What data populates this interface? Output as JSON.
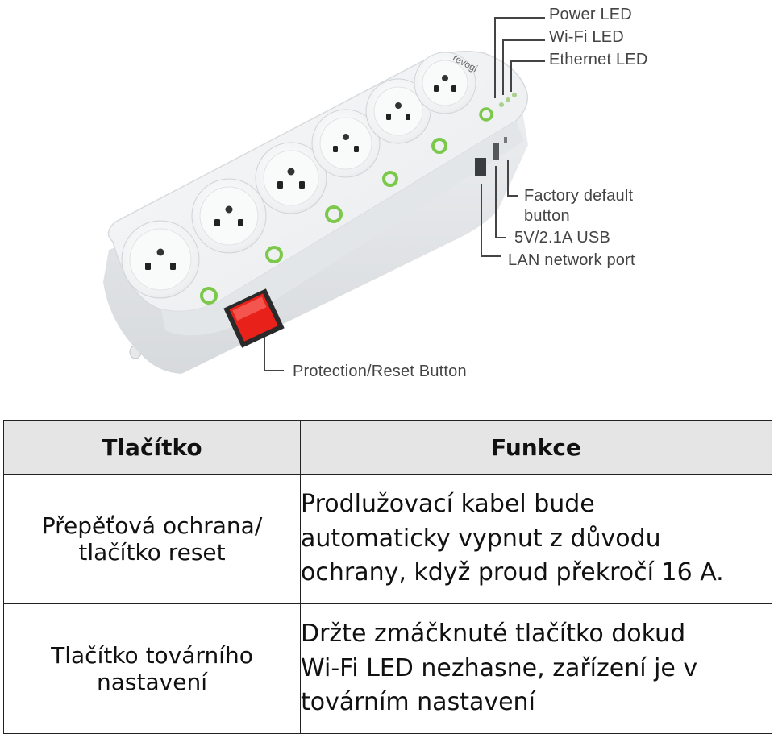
{
  "figure": {
    "device_logo": "revogi",
    "callouts": {
      "power_led": "Power LED",
      "wifi_led": "Wi-Fi LED",
      "ethernet_led": "Ethernet LED",
      "factory_default_line1": "Factory default",
      "factory_default_line2": "button",
      "usb": "5V/2.1A USB",
      "lan": "LAN network port",
      "protection": "Protection/Reset Button"
    },
    "colors": {
      "switch_red": "#e8211b",
      "indicator_green": "#7bc84b",
      "body": "#f2f3f4"
    }
  },
  "table": {
    "header_left": "Tlačítko",
    "header_right": "Funkce",
    "rows": [
      {
        "button_lines": [
          "Přepěťová ochrana/",
          "tlačítko reset"
        ],
        "function_lines": [
          "Prodlužovací kabel bude",
          "automaticky vypnut z důvodu",
          "ochrany, když proud překročí 16 A."
        ]
      },
      {
        "button_lines": [
          "Tlačítko továrního",
          "nastavení"
        ],
        "function_lines": [
          "Držte zmáčknuté tlačítko dokud",
          "Wi-Fi LED nezhasne, zařízení je v",
          "továrním nastavení"
        ]
      }
    ]
  }
}
